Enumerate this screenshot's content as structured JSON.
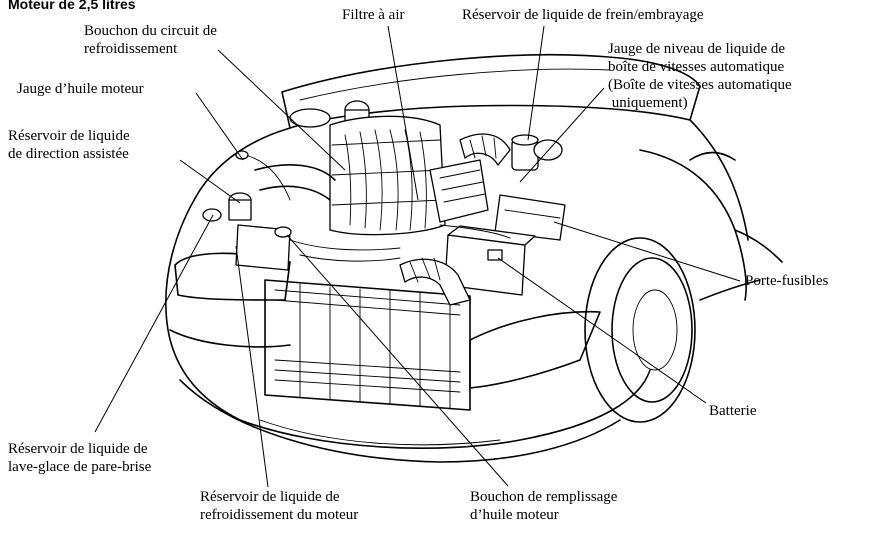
{
  "heading": "Moteur de 2,5 litres",
  "labels": {
    "filtre_air": "Filtre à air",
    "reservoir_frein": "Réservoir de liquide de frein/embrayage",
    "bouchon_circuit": "Bouchon du circuit de\nrefroidissement",
    "jauge_huile": "Jauge d’huile moteur",
    "direction_assistee": "Réservoir de liquide\nde direction assistée",
    "jauge_boite": "Jauge de niveau de liquide de\nboîte de vitesses automatique\n(Boîte de vitesses automatique\n uniquement)",
    "porte_fusibles": "Porte-fusibles",
    "batterie": "Batterie",
    "lave_glace": "Réservoir de liquide de\nlave-glace de pare-brise",
    "refroidissement_moteur": "Réservoir de liquide de\nrefroidissement du moteur",
    "bouchon_remplissage": "Bouchon de remplissage\nd’huile moteur"
  }
}
